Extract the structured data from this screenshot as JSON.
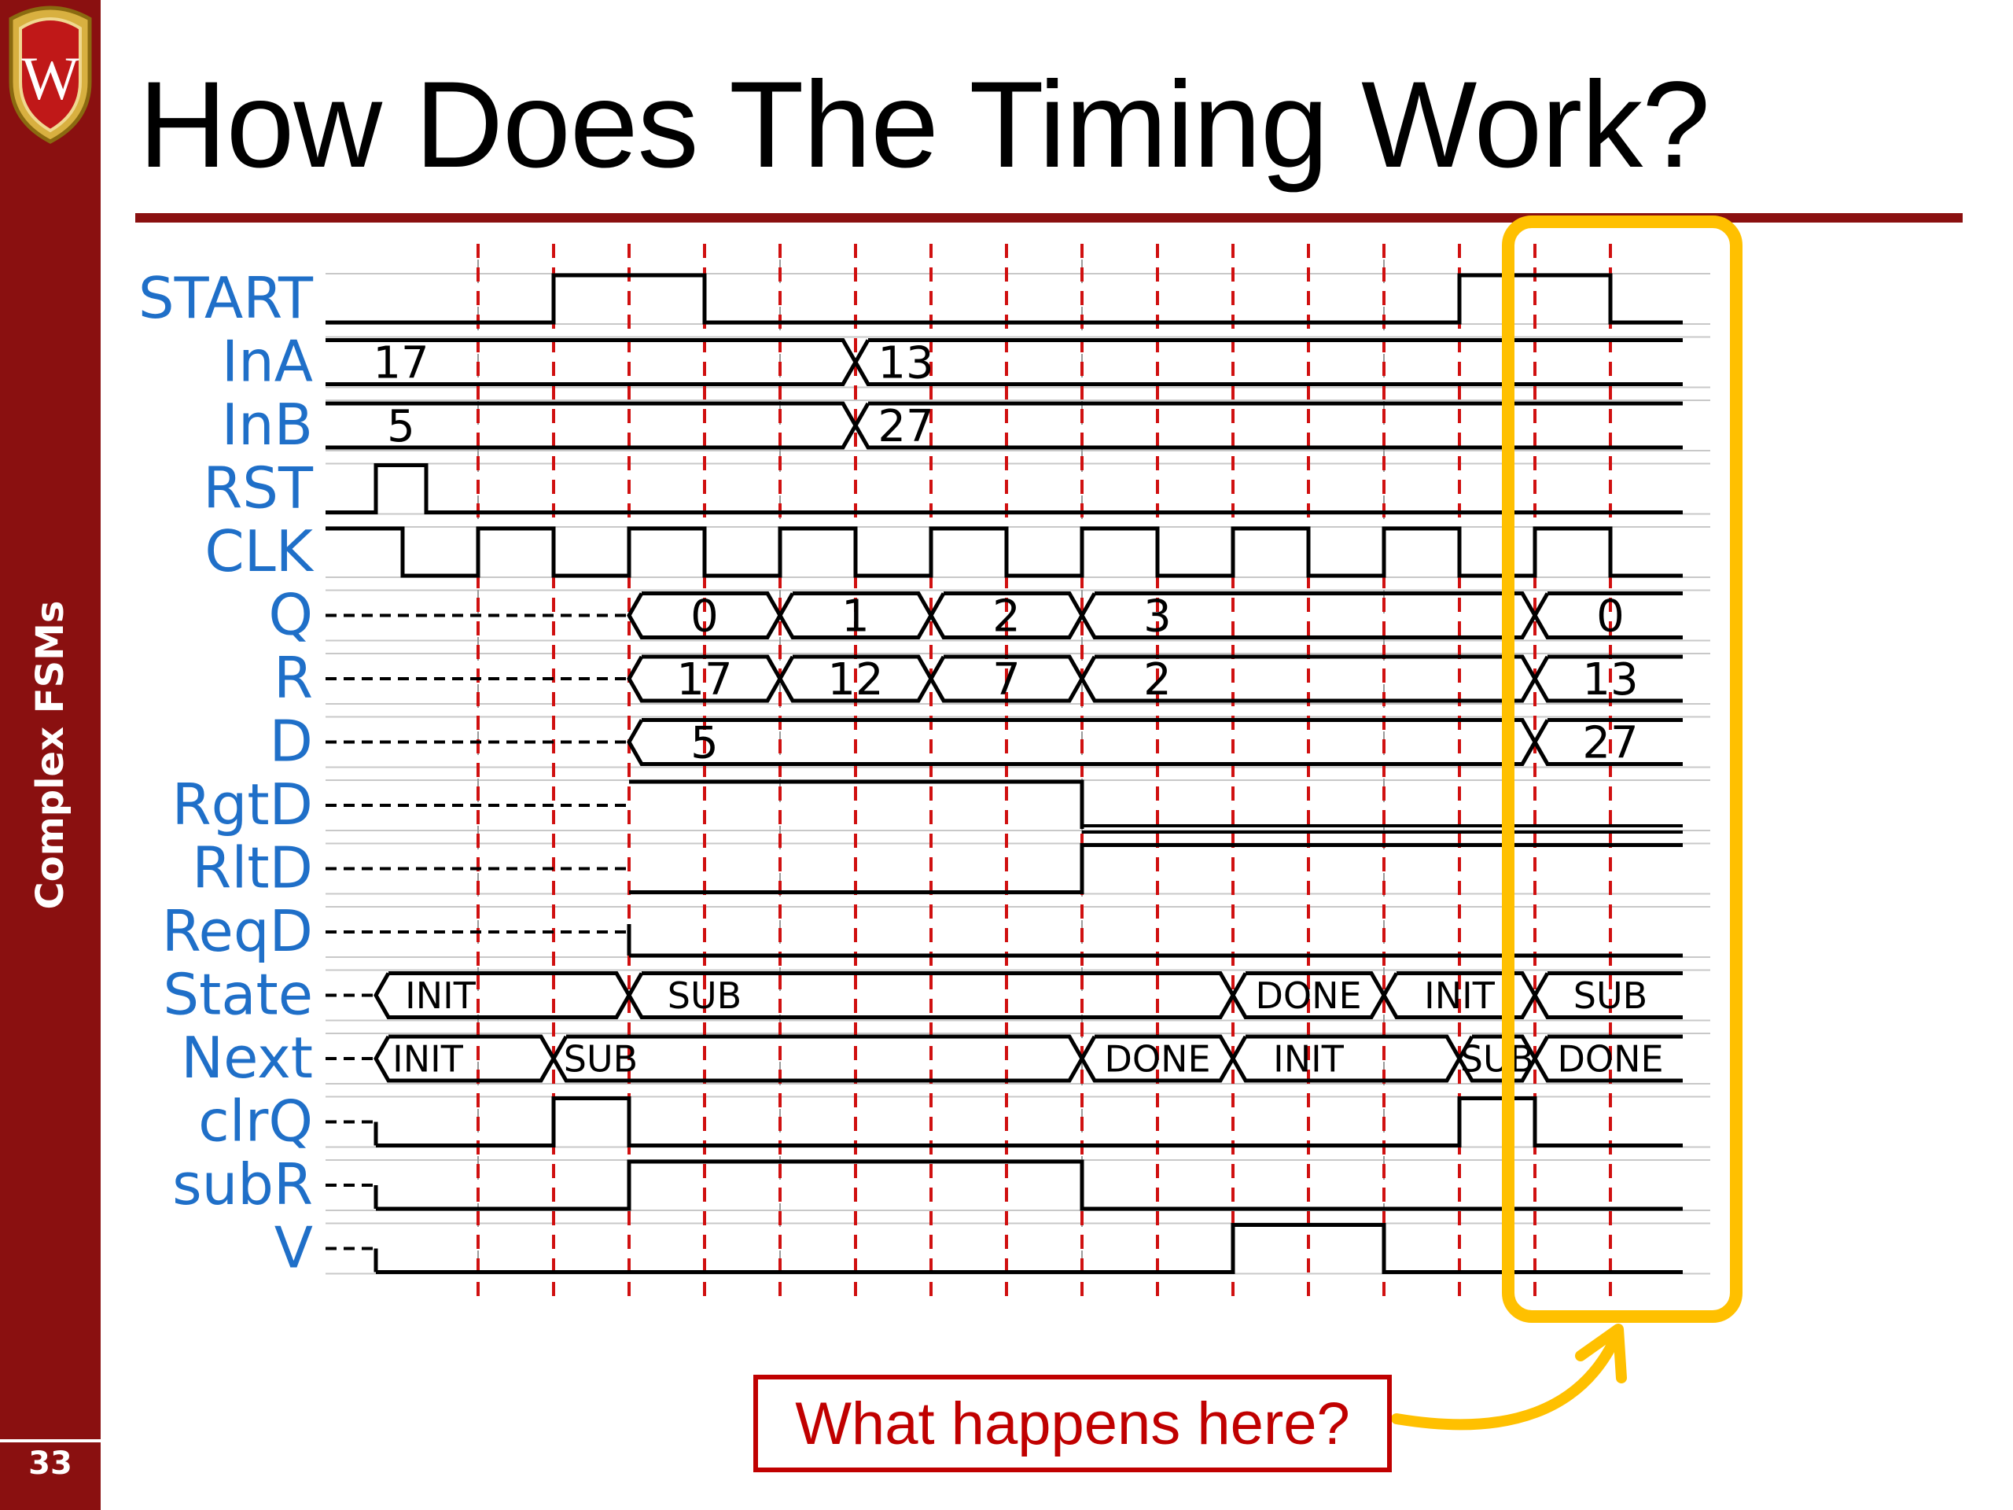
{
  "slide": {
    "title": "How Does The Timing Work?",
    "section_label": "Complex FSMs",
    "page_number": "33",
    "logo_letter": "W",
    "callout": "What happens here?"
  },
  "colors": {
    "brand_red": "#8a1010",
    "signal_label_blue": "#1f6fc8",
    "clock_edge_dash": "#d01010",
    "highlight": "#ffc000",
    "callout_red": "#c00000"
  },
  "signals": [
    {
      "name": "START"
    },
    {
      "name": "InA",
      "values": [
        "17",
        "13"
      ]
    },
    {
      "name": "InB",
      "values": [
        "5",
        "27"
      ]
    },
    {
      "name": "RST"
    },
    {
      "name": "CLK"
    },
    {
      "name": "Q",
      "values": [
        "0",
        "1",
        "2",
        "3",
        "0"
      ]
    },
    {
      "name": "R",
      "values": [
        "17",
        "12",
        "7",
        "2",
        "13"
      ]
    },
    {
      "name": "D",
      "values": [
        "5",
        "27"
      ]
    },
    {
      "name": "RgtD"
    },
    {
      "name": "RltD"
    },
    {
      "name": "ReqD"
    },
    {
      "name": "State",
      "values": [
        "INIT",
        "SUB",
        "DONE",
        "INIT",
        "SUB"
      ]
    },
    {
      "name": "Next",
      "values": [
        "INIT",
        "SUB",
        "DONE",
        "INIT",
        "SUB",
        "DONE"
      ]
    },
    {
      "name": "clrQ"
    },
    {
      "name": "subR"
    },
    {
      "name": "V"
    }
  ]
}
